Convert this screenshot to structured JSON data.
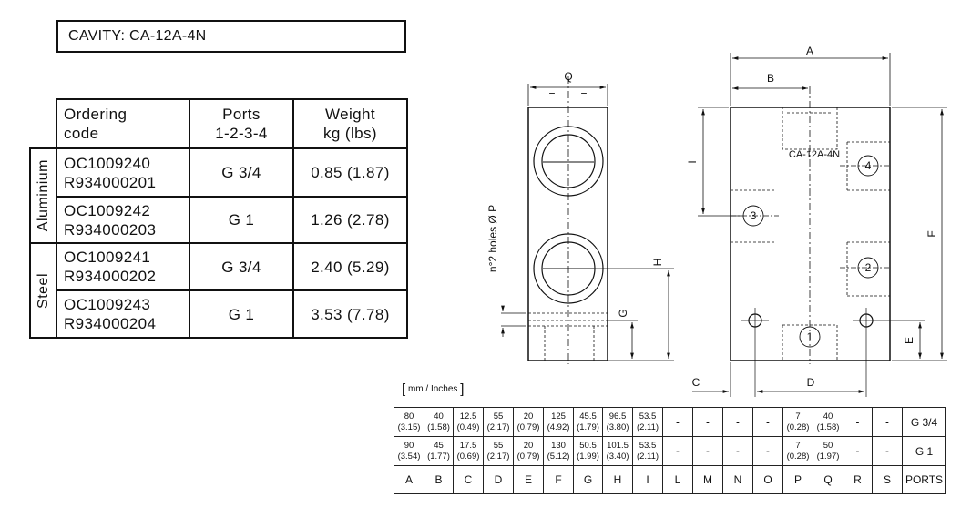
{
  "cavity_label": "CAVITY: CA-12A-4N",
  "order_table": {
    "headers": [
      {
        "line1": "Ordering",
        "line2": "code"
      },
      {
        "line1": "Ports",
        "line2": "1-2-3-4"
      },
      {
        "line1": "Weight",
        "line2": "kg (lbs)"
      }
    ],
    "groups": [
      {
        "material": "Aluminium",
        "rows": [
          {
            "code1": "OC1009240",
            "code2": "R934000201",
            "ports": "G 3/4",
            "weight": "0.85 (1.87)"
          },
          {
            "code1": "OC1009242",
            "code2": "R934000203",
            "ports": "G 1",
            "weight": "1.26 (2.78)"
          }
        ]
      },
      {
        "material": "Steel",
        "rows": [
          {
            "code1": "OC1009241",
            "code2": "R934000202",
            "ports": "G 3/4",
            "weight": "2.40 (5.29)"
          },
          {
            "code1": "OC1009243",
            "code2": "R934000204",
            "ports": "G 1",
            "weight": "3.53 (7.78)"
          }
        ]
      }
    ]
  },
  "drawing": {
    "side_labels": {
      "q": "Q",
      "eq1": "=",
      "eq2": "=",
      "holes": "n°2 holes Ø P",
      "h": "H",
      "g": "G"
    },
    "front_labels": {
      "a": "A",
      "b": "B",
      "c": "C",
      "d": "D",
      "e": "E",
      "f": "F",
      "i": "I",
      "cavity": "CA-12A-4N"
    },
    "ports": [
      "1",
      "2",
      "3",
      "4"
    ]
  },
  "units_label": "mm / Inches",
  "dim_table": {
    "rows": [
      {
        "values": [
          [
            "80",
            "(3.15)"
          ],
          [
            "40",
            "(1.58)"
          ],
          [
            "12.5",
            "(0.49)"
          ],
          [
            "55",
            "(2.17)"
          ],
          [
            "20",
            "(0.79)"
          ],
          [
            "125",
            "(4.92)"
          ],
          [
            "45.5",
            "(1.79)"
          ],
          [
            "96.5",
            "(3.80)"
          ],
          [
            "53.5",
            "(2.11)"
          ],
          [
            "-",
            ""
          ],
          [
            "-",
            ""
          ],
          [
            "-",
            ""
          ],
          [
            "-",
            ""
          ],
          [
            "7",
            "(0.28)"
          ],
          [
            "40",
            "(1.58)"
          ],
          [
            "-",
            ""
          ],
          [
            "-",
            ""
          ]
        ],
        "port": "G 3/4"
      },
      {
        "values": [
          [
            "90",
            "(3.54)"
          ],
          [
            "45",
            "(1.77)"
          ],
          [
            "17.5",
            "(0.69)"
          ],
          [
            "55",
            "(2.17)"
          ],
          [
            "20",
            "(0.79)"
          ],
          [
            "130",
            "(5.12)"
          ],
          [
            "50.5",
            "(1.99)"
          ],
          [
            "101.5",
            "(3.40)"
          ],
          [
            "53.5",
            "(2.11)"
          ],
          [
            "-",
            ""
          ],
          [
            "-",
            ""
          ],
          [
            "-",
            ""
          ],
          [
            "-",
            ""
          ],
          [
            "7",
            "(0.28)"
          ],
          [
            "50",
            "(1.97)"
          ],
          [
            "-",
            ""
          ],
          [
            "-",
            ""
          ]
        ],
        "port": "G 1"
      }
    ],
    "labels": [
      "A",
      "B",
      "C",
      "D",
      "E",
      "F",
      "G",
      "H",
      "I",
      "L",
      "M",
      "N",
      "O",
      "P",
      "Q",
      "R",
      "S"
    ],
    "ports_label": "PORTS"
  }
}
